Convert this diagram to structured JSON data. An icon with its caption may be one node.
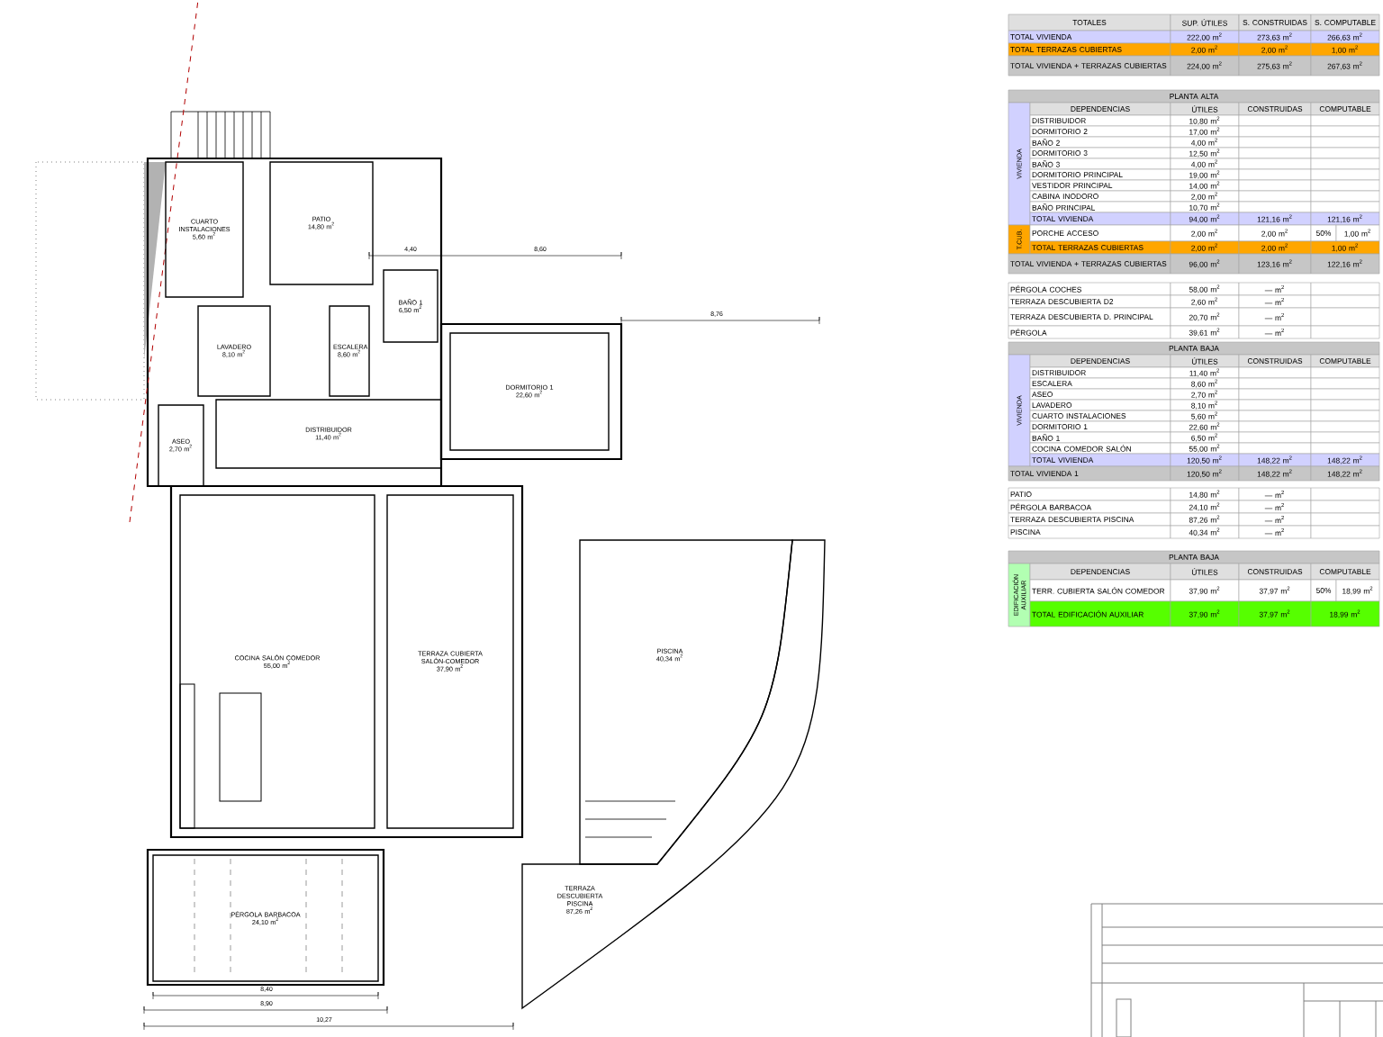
{
  "diagram": {
    "nodes": [
      {
        "text": [
          "PATIO",
          "14,80 m$^{2}$"
        ]
      },
      {
        "text": [
          "CUARTO INSTALACIONES",
          "5,60 m$^{2}$"
        ]
      },
      {
        "text": [
          "LAVADERO",
          "8,10 m$^{2}$"
        ]
      },
      {
        "text": [
          "ESCALERA",
          "8,60 m$^{2}$"
        ]
      },
      {
        "text": [
          "BAÑO 1",
          "6,50 m$^{2}$"
        ]
      },
      {
        "text": [
          "DORMITORIO 1",
          "22,60 m$^{2}$"
        ]
      },
      {
        "text": [
          "DISTRIBUIDOR",
          "11,40 m$^{2}$"
        ]
      },
      {
        "text": [
          "ASEO",
          "2,70 m$^{2}$"
        ]
      },
      {
        "text": [
          "COCINA SALÓN COMEDOR",
          "55,00 m$^{2}$"
        ]
      },
      {
        "text": [
          "TERRAZA CUBIERTA SALÓN-COMEDOR",
          "37,90 m$^{2}$"
        ]
      },
      {
        "text": [
          "PISCINA",
          "40,34 m$^{2}$"
        ]
      },
      {
        "text": [
          "TERRAZA DESCUBIERTA PISCINA",
          "87,26 m$^{2}$"
        ]
      },
      {
        "text": [
          "PÉRGOLA BARBACOA",
          "24,10 m$^{2}$"
        ]
      }
    ],
    "labels": [
      "4,40",
      "8,60",
      "8,76",
      "8,40",
      "8,90",
      "10,27",
      "TOTALES",
      "SUP. ÚTILES",
      "S. CONSTRUIDAS",
      "S. COMPUTABLE",
      "TOTAL VIVIENDA",
      "222,00 m$^{2}$",
      "273,63 m$^{2}$",
      "266,63 m$^{2}$",
      "TOTAL TERRAZAS CUBIERTAS",
      "2,00 m$^{2}$",
      "2,00 m$^{2}$",
      "1,00 m$^{2}$",
      "TOTAL VIVIENDA + TERRAZAS CUBIERTAS",
      "224,00 m$^{2}$",
      "275,63 m$^{2}$",
      "267,63 m$^{2}$",
      "PLANTA ALTA",
      "VIVIENDA",
      "DEPENDENCIAS",
      "ÚTILES",
      "CONSTRUIDAS",
      "COMPUTABLE",
      "DISTRIBUIDOR",
      "10,80 m$^{2}$",
      "DORMITORIO 2",
      "17,00 m$^{2}$",
      "BAÑO 2",
      "4,00 m$^{2}$",
      "DORMITORIO 3",
      "12,50 m$^{2}$",
      "BAÑO 3",
      "4,00 m$^{2}$",
      "DORMITORIO PRINCIPAL",
      "19,00 m$^{2}$",
      "VESTIDOR PRINCIPAL",
      "14,00 m$^{2}$",
      "CABINA INODORO",
      "2,00 m$^{2}$",
      "BAÑO PRINCIPAL",
      "10,70 m$^{2}$",
      "TOTAL VIVIENDA",
      "94,00 m$^{2}$",
      "121,16 m$^{2}$",
      "121,16 m$^{2}$",
      "T.CUB.",
      "PORCHE ACCESO",
      "2,00 m$^{2}$",
      "2,00 m$^{2}$",
      "50%",
      "1,00 m$^{2}$",
      "TOTAL TERRAZAS CUBIERTAS",
      "2,00 m$^{2}$",
      "2,00 m$^{2}$",
      "1,00 m$^{2}$",
      "TOTAL VIVIENDA + TERRAZAS CUBIERTAS",
      "96,00 m$^{2}$",
      "123,16 m$^{2}$",
      "122,16 m$^{2}$",
      "PÉRGOLA COCHES",
      "58,00 m$^{2}$",
      "— m$^{2}$",
      "TERRAZA DESCUBIERTA D2",
      "2,60 m$^{2}$",
      "— m$^{2}$",
      "TERRAZA DESCUBIERTA D. PRINCIPAL",
      "20,70 m$^{2}$",
      "— m$^{2}$",
      "PÉRGOLA",
      "39,61 m$^{2}$",
      "— m$^{2}$",
      "PLANTA BAJA",
      "VIVIENDA",
      "DEPENDENCIAS",
      "ÚTILES",
      "CONSTRUIDAS",
      "COMPUTABLE",
      "DISTRIBUIDOR",
      "11,40 m$^{2}$",
      "ESCALERA",
      "8,60 m$^{2}$",
      "ASEO",
      "2,70 m$^{2}$",
      "LAVADERO",
      "8,10 m$^{2}$",
      "CUARTO INSTALACIONES",
      "5,60 m$^{2}$",
      "DORMITORIO 1",
      "22,60 m$^{2}$",
      "BAÑO 1",
      "6,50 m$^{2}$",
      "COCINA COMEDOR SALÓN",
      "55,00 m$^{2}$",
      "TOTAL VIVIENDA",
      "120,50 m$^{2}$",
      "148,22 m$^{2}$",
      "148,22 m$^{2}$",
      "TOTAL VIVIENDA 1",
      "120,50 m$^{2}$",
      "148,22 m$^{2}$",
      "148,22 m$^{2}$",
      "PATIO",
      "14,80 m$^{2}$",
      "— m$^{2}$",
      "PÉRGOLA BARBACOA",
      "24,10 m$^{2}$",
      "— m$^{2}$",
      "TERRAZA DESCUBIERTA PISCINA",
      "87,26 m$^{2}$",
      "— m$^{2}$",
      "PISCINA",
      "40,34 m$^{2}$",
      "— m$^{2}$",
      "PLANTA BAJA",
      "EDIFICACIÓN AUXILIAR",
      "DEPENDENCIAS",
      "ÚTILES",
      "CONSTRUIDAS",
      "COMPUTABLE",
      "TERR. CUBIERTA SALÓN COMEDOR",
      "37,90 m$^{2}$",
      "37,97 m$^{2}$",
      "50%",
      "18,99 m$^{2}$",
      "TOTAL EDIFICACIÓN AUXILIAR",
      "37,90 m$^{2}$",
      "37,97 m$^{2}$",
      "18,99 m$^{2}$"
    ]
  }
}
